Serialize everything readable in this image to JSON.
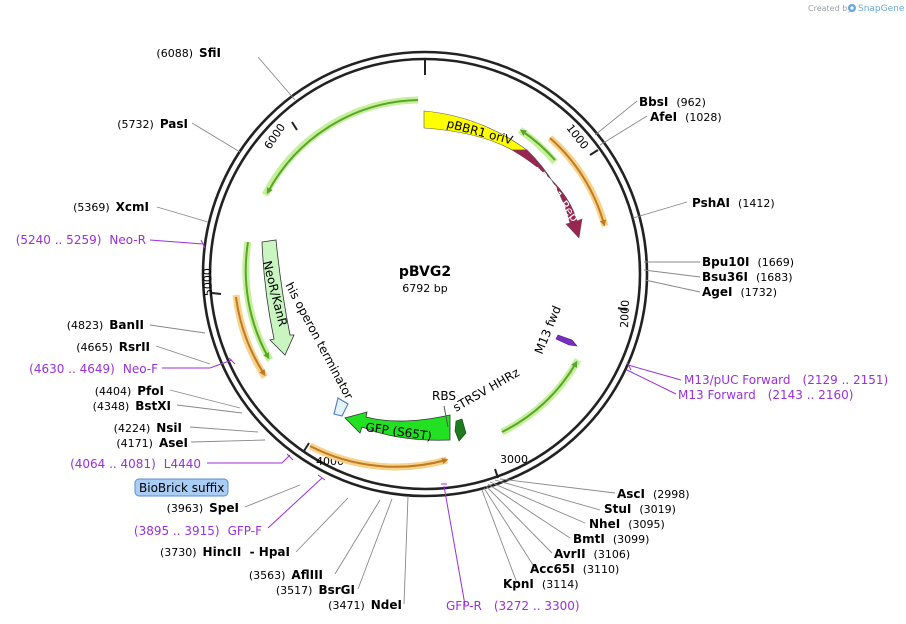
{
  "credit": {
    "prefix": "Created by",
    "brand": "SnapGene"
  },
  "plasmid": {
    "name": "pBVG2",
    "size": "6792 bp",
    "length": 6792
  },
  "tick_labels": [
    "1000",
    "2000",
    "3000",
    "4000",
    "5000",
    "6000"
  ],
  "sites": [
    {
      "name": "SfiI",
      "pos": "(6088)"
    },
    {
      "name": "PasI",
      "pos": "(5732)"
    },
    {
      "name": "XcmI",
      "pos": "(5369)"
    },
    {
      "name": "BanII",
      "pos": "(4823)"
    },
    {
      "name": "RsrII",
      "pos": "(4665)"
    },
    {
      "name": "PfoI",
      "pos": "(4404)"
    },
    {
      "name": "BstXI",
      "pos": "(4348)"
    },
    {
      "name": "NsiI",
      "pos": "(4224)"
    },
    {
      "name": "AseI",
      "pos": "(4171)"
    },
    {
      "name": "SpeI",
      "pos": "(3963)"
    },
    {
      "name": "HincII  - HpaI",
      "pos": "(3730)"
    },
    {
      "name": "AflIII",
      "pos": "(3563)"
    },
    {
      "name": "BsrGI",
      "pos": "(3517)"
    },
    {
      "name": "NdeI",
      "pos": "(3471)"
    },
    {
      "name": "BbsI",
      "pos": "(962)"
    },
    {
      "name": "AfeI",
      "pos": "(1028)"
    },
    {
      "name": "PshAI",
      "pos": "(1412)"
    },
    {
      "name": "Bpu10I",
      "pos": "(1669)"
    },
    {
      "name": "Bsu36I",
      "pos": "(1683)"
    },
    {
      "name": "AgeI",
      "pos": "(1732)"
    },
    {
      "name": "AscI",
      "pos": "(2998)"
    },
    {
      "name": "StuI",
      "pos": "(3019)"
    },
    {
      "name": "NheI",
      "pos": "(3095)"
    },
    {
      "name": "BmtI",
      "pos": "(3099)"
    },
    {
      "name": "AvrII",
      "pos": "(3106)"
    },
    {
      "name": "Acc65I",
      "pos": "(3110)"
    },
    {
      "name": "KpnI",
      "pos": "(3114)"
    }
  ],
  "primers": [
    {
      "name": "Neo-R",
      "range": "(5240 .. 5259)"
    },
    {
      "name": "Neo-F",
      "range": "(4630 .. 4649)"
    },
    {
      "name": "L4440",
      "range": "(4064 .. 4081)"
    },
    {
      "name": "GFP-F",
      "range": "(3895 .. 3915)"
    },
    {
      "name": "GFP-R",
      "range": "(3272 .. 3300)"
    },
    {
      "name": "M13/pUC Forward",
      "range": "(2129 .. 2151)"
    },
    {
      "name": "M13 Forward",
      "range": "(2143 .. 2160)"
    }
  ],
  "features": {
    "oriv": "pBBR1 oriV",
    "rep": "pBBR1 Rep",
    "neo": "NeoR/KanR",
    "terminator": "his operon terminator",
    "gfp": "GFP (S65T)",
    "rbs": "RBS",
    "hhrz": "sTRSV HHRz",
    "m13fwd": "M13 fwd",
    "biobrick": "BioBrick suffix"
  },
  "colors": {
    "backbone": "#222222",
    "oriv": "#ffff00",
    "rep": "#9c2450",
    "neo": "#c8f5c0",
    "gfp": "#22e022",
    "hhrz": "#1f7a1f",
    "primer": "#9b30d9",
    "glow_green": "#c5f09a",
    "glow_orange": "#f7d28a",
    "arrow_green": "#5aa42c",
    "arrow_orange": "#c07a24",
    "biobrick_fill": "#a9cdf4",
    "biobrick_stroke": "#5a8ec9"
  }
}
